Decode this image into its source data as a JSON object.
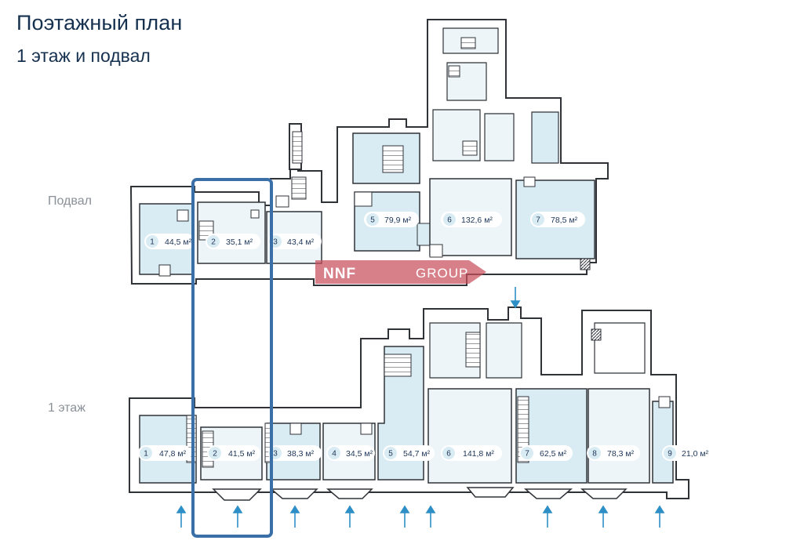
{
  "header": {
    "title": "Поэтажный план",
    "subtitle": "1 этаж и подвал"
  },
  "levels": {
    "basement_label": "Подвал",
    "ground_label": "1 этаж"
  },
  "watermark": {
    "brand": "GROUP"
  },
  "colors": {
    "room_fill": "#d9ebf3",
    "room_light": "#eef5f8",
    "wall": "#2f3338",
    "highlight": "#3b6fa8",
    "arrow": "#2e8fc7",
    "watermark": "#c8505c"
  },
  "basement": {
    "rooms": [
      {
        "num": "1",
        "area": "44,5 м²"
      },
      {
        "num": "2",
        "area": "35,1 м²"
      },
      {
        "num": "3",
        "area": "43,4 м²"
      },
      {
        "num": "5",
        "area": "79,9 м²"
      },
      {
        "num": "6",
        "area": "132,6 м²"
      },
      {
        "num": "7",
        "area": "78,5 м²"
      }
    ]
  },
  "ground": {
    "rooms": [
      {
        "num": "1",
        "area": "47,8 м²"
      },
      {
        "num": "2",
        "area": "41,5 м²"
      },
      {
        "num": "3",
        "area": "38,3 м²"
      },
      {
        "num": "4",
        "area": "34,5 м²"
      },
      {
        "num": "5",
        "area": "54,7 м²"
      },
      {
        "num": "6",
        "area": "141,8 м²"
      },
      {
        "num": "7",
        "area": "62,5 м²"
      },
      {
        "num": "8",
        "area": "78,3 м²"
      },
      {
        "num": "9",
        "area": "21,0 м²"
      }
    ]
  },
  "selected_unit": "2"
}
